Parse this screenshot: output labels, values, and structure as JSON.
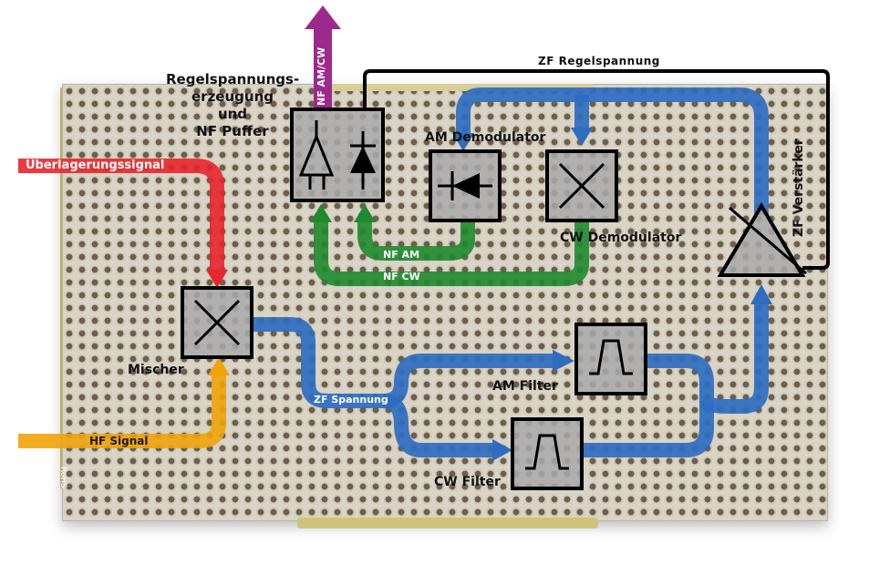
{
  "diagram": {
    "subject": "Receiver circuit board with annotated signal flow",
    "colors": {
      "oscillator_signal": "#e8262c",
      "hf_signal": "#f0a30a",
      "if_signal": "#2f6cc0",
      "af_signal": "#1f8a2e",
      "af_output": "#9b2a8c",
      "agc_line": "#000000",
      "block_fill": "#a9a9a9",
      "block_border": "#000000"
    },
    "labels": {
      "agc_block_title": [
        "Regelspannungs-",
        "erzeugung",
        "und",
        "NF Puffer"
      ],
      "af_output": "NF AM/CW",
      "agc_line": "ZF Regelspannung",
      "oscillator_signal": "Überlagerungssignal",
      "am_demodulator": "AM Demodulator",
      "cw_demodulator": "CW Demodulator",
      "if_amplifier": "ZF Verstärker",
      "af_am": "NF AM",
      "af_cw": "NF CW",
      "mixer": "Mischer",
      "if_signal": "ZF Spannung",
      "am_filter": "AM Filter",
      "cw_filter": "CW Filter",
      "hf_signal": "HF Signal",
      "board_marking": "RoHS"
    },
    "blocks": [
      {
        "id": "agc-buffer",
        "symbol": "amplifier+diode"
      },
      {
        "id": "am-demodulator",
        "symbol": "diode"
      },
      {
        "id": "cw-demodulator",
        "symbol": "mixer-x"
      },
      {
        "id": "mixer",
        "symbol": "mixer-x"
      },
      {
        "id": "am-filter",
        "symbol": "bandpass"
      },
      {
        "id": "cw-filter",
        "symbol": "bandpass"
      },
      {
        "id": "if-amplifier",
        "symbol": "variable-gain-amplifier"
      }
    ]
  }
}
